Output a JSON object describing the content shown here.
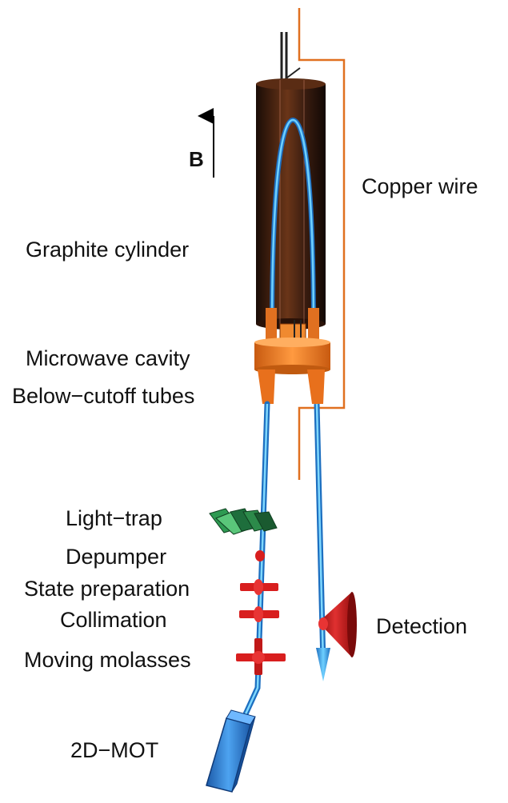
{
  "labels": {
    "b_field": "B",
    "copper_wire": "Copper wire",
    "graphite_cylinder": "Graphite cylinder",
    "microwave_cavity": "Microwave cavity",
    "below_cutoff_tubes": "Below−cutoff tubes",
    "light_trap": "Light−trap",
    "depumper": "Depumper",
    "state_preparation": "State preparation",
    "collimation": "Collimation",
    "moving_molasses": "Moving molasses",
    "detection": "Detection",
    "mot_2d": "2D−MOT"
  },
  "colors": {
    "graphite": "#3a1d10",
    "copper": "#e07020",
    "cavity": "#f07a20",
    "beam": "#3aa0e0",
    "laser": "#d81e1e",
    "light_trap": "#2e8b4a",
    "mot": "#2f7fd0",
    "detection_cone": "#c81818"
  }
}
